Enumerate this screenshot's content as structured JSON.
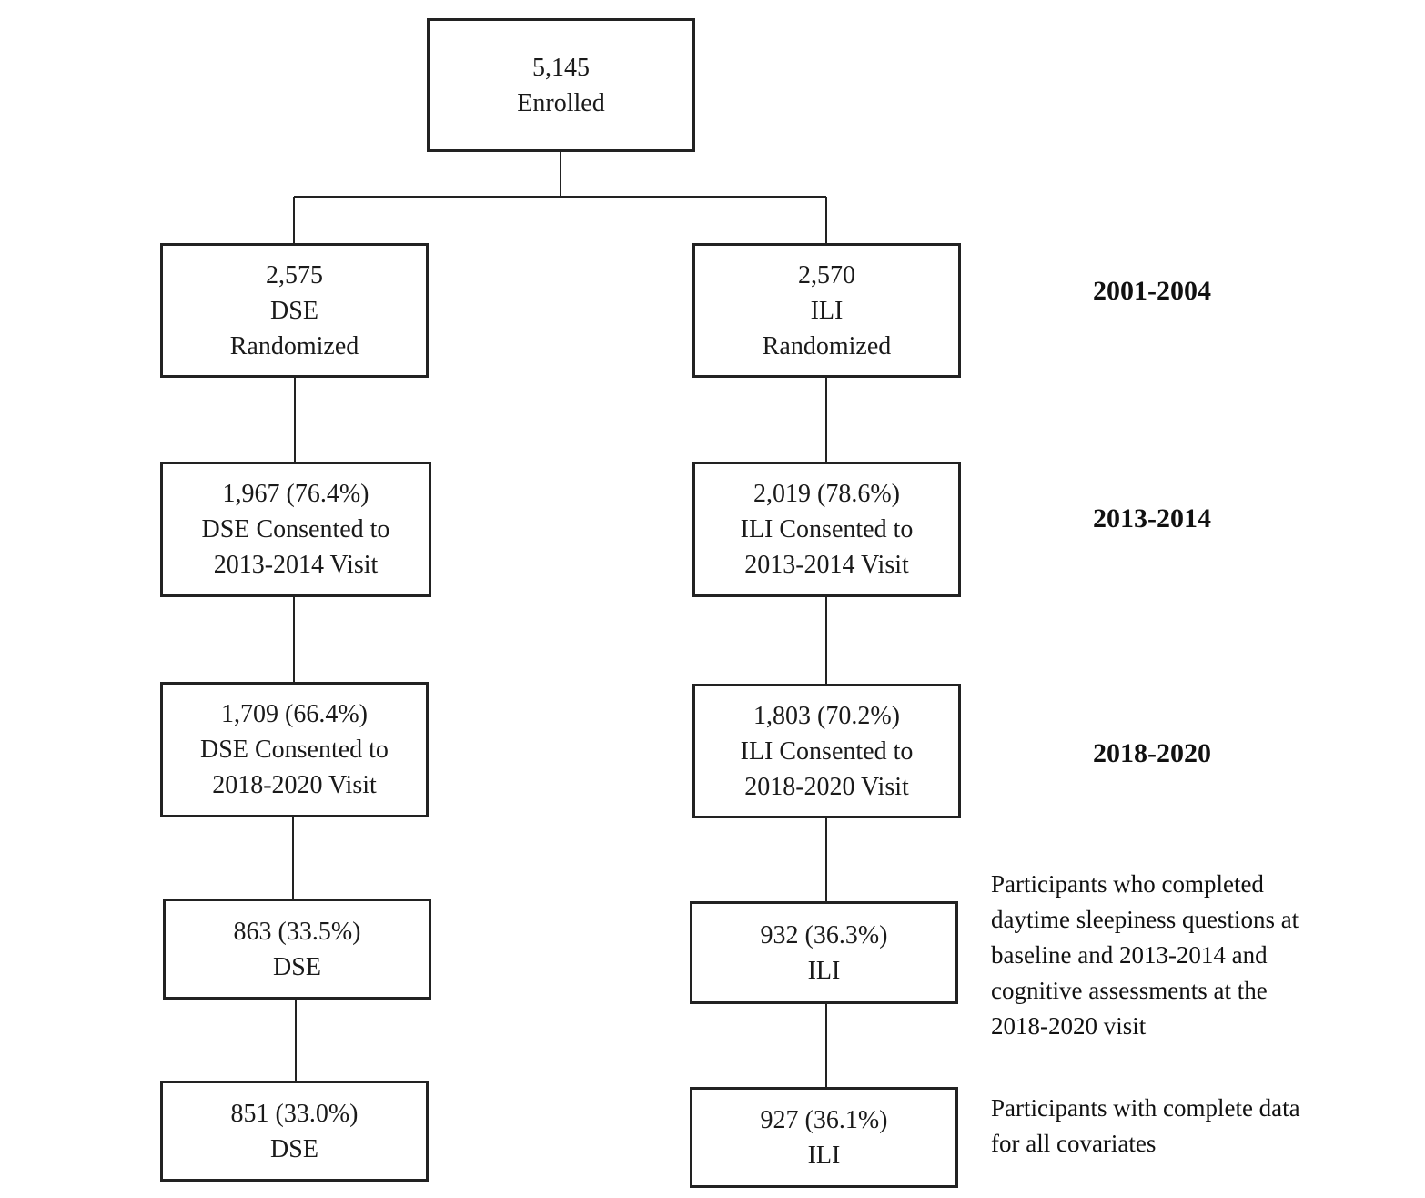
{
  "enrolled": {
    "count": "5,145",
    "label": "Enrolled"
  },
  "dse_arm": {
    "randomized": {
      "count": "2,575",
      "group": "DSE",
      "label": "Randomized"
    },
    "consent_2013": {
      "count": "1,967 (76.4%)",
      "line2": "DSE Consented to",
      "line3": "2013-2014 Visit"
    },
    "consent_2018": {
      "count": "1,709 (66.4%)",
      "line2": "DSE Consented to",
      "line3": "2018-2020 Visit"
    },
    "completed": {
      "count": "863 (33.5%)",
      "group": "DSE"
    },
    "complete_covariates": {
      "count": "851 (33.0%)",
      "group": "DSE"
    }
  },
  "ili_arm": {
    "randomized": {
      "count": "2,570",
      "group": "ILI",
      "label": "Randomized"
    },
    "consent_2013": {
      "count": "2,019 (78.6%)",
      "line2": "ILI Consented to",
      "line3": "2013-2014 Visit"
    },
    "consent_2018": {
      "count": "1,803 (70.2%)",
      "line2": "ILI Consented to",
      "line3": "2018-2020 Visit"
    },
    "completed": {
      "count": "932 (36.3%)",
      "group": "ILI"
    },
    "complete_covariates": {
      "count": "927 (36.1%)",
      "group": "ILI"
    }
  },
  "periods": [
    "2001-2004",
    "2013-2014",
    "2018-2020"
  ],
  "notes": {
    "completed": [
      "Participants who completed",
      "daytime sleepiness questions at",
      "baseline and 2013-2014 and",
      "cognitive assessments at the",
      "2018-2020 visit"
    ],
    "covariates": [
      "Participants with complete data",
      "for all covariates"
    ]
  }
}
